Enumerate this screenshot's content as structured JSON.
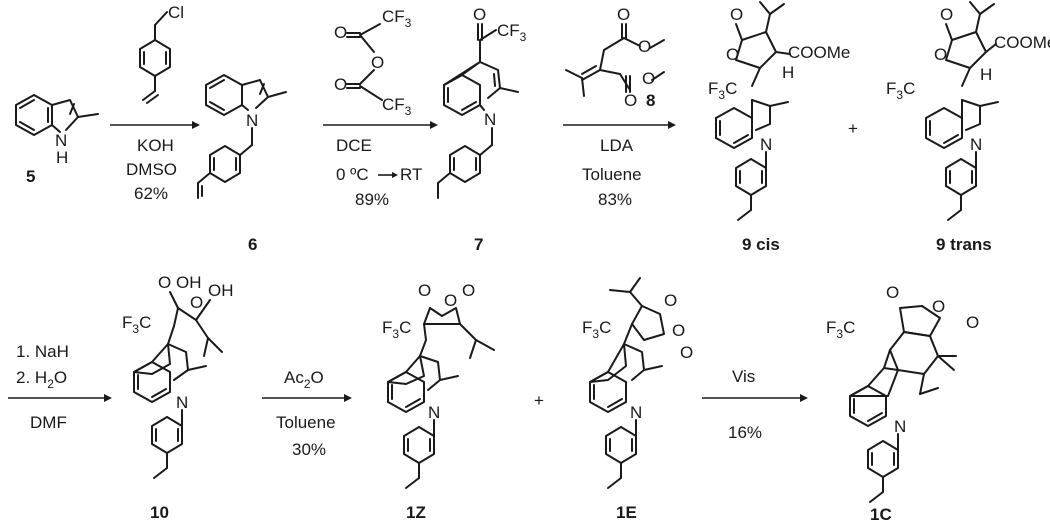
{
  "compounds": {
    "c5": "5",
    "c6": "6",
    "c7": "7",
    "c8": "8",
    "c9cis": "9 cis",
    "c9trans": "9 trans",
    "c10": "10",
    "c1Z": "1Z",
    "c1E": "1E",
    "c1C": "1C"
  },
  "steps": {
    "s1": {
      "reagent_atom": "Cl",
      "line1": "KOH",
      "line2": "DMSO",
      "yield": "62%"
    },
    "s2": {
      "reagent_atom1": "CF",
      "reagent_atom2": "CF",
      "line1": "DCE",
      "line2": "0 ºC",
      "line3": "RT",
      "yield": "89%"
    },
    "s3": {
      "line1": "LDA",
      "line2": "Toluene",
      "yield": "83%"
    },
    "s4": {
      "line1": "1. NaH",
      "line2": "2. H",
      "line2b": "O",
      "line3": "DMF"
    },
    "s5": {
      "line1": "Ac",
      "line1b": "O",
      "line2": "Toluene",
      "yield": "30%"
    },
    "s6": {
      "line1": "Vis",
      "yield": "16%"
    }
  },
  "plus": "+",
  "atoms": {
    "N": "N",
    "H": "H",
    "O": "O",
    "CF3": "CF",
    "F3C": "F",
    "COOMe": "COOMe",
    "OH": "OH",
    "sub3": "3",
    "sub2": "2"
  }
}
